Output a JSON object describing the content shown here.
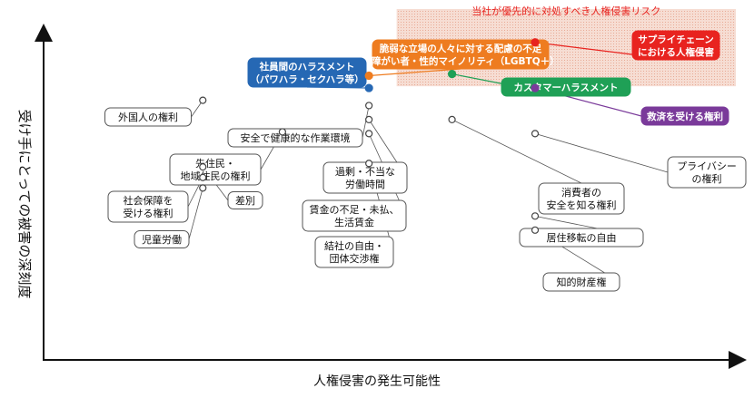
{
  "chart_data": {
    "type": "scatter",
    "title": "",
    "xlabel": "人権侵害の発生可能性",
    "ylabel": "受け手にとっての被害の深刻度",
    "priority_zone": {
      "label": "当社が優先的に対処すべき人権侵害リスク",
      "x_range": [
        0.51,
        1.0
      ],
      "y_range": [
        0.78,
        1.0
      ],
      "color": "#f2c7b8"
    },
    "points": [
      {
        "label": "外国人の権利",
        "x": 0.23,
        "y": 0.74,
        "highlight": false
      },
      {
        "label": "先住民・\n地域住民の権利",
        "x": 0.345,
        "y": 0.65,
        "highlight": false
      },
      {
        "label": "差別",
        "x": 0.23,
        "y": 0.55,
        "highlight": false
      },
      {
        "label": "社会保障を\n受ける権利",
        "x": 0.23,
        "y": 0.52,
        "highlight": false
      },
      {
        "label": "児童労働",
        "x": 0.23,
        "y": 0.49,
        "highlight": false
      },
      {
        "label": "安全で健康的な作業環境",
        "x": 0.47,
        "y": 0.725,
        "highlight": false
      },
      {
        "label": "過剰・不当な\n労働時間",
        "x": 0.47,
        "y": 0.685,
        "highlight": false
      },
      {
        "label": "賃金の不足・未払、\n生活賃金",
        "x": 0.47,
        "y": 0.645,
        "highlight": false
      },
      {
        "label": "結社の自由・\n団体交渉権",
        "x": 0.47,
        "y": 0.56,
        "highlight": false
      },
      {
        "label": "消費者の\n安全を知る権利",
        "x": 0.59,
        "y": 0.685,
        "highlight": false
      },
      {
        "label": "居住移転の自由",
        "x": 0.71,
        "y": 0.41,
        "highlight": false
      },
      {
        "label": "知的財産権",
        "x": 0.71,
        "y": 0.37,
        "highlight": false
      },
      {
        "label": "プライバシー\nの権利",
        "x": 0.71,
        "y": 0.645,
        "highlight": false
      },
      {
        "label": "脆弱な立場の人々に対する配慮の不足\n（障がい者・性的マイノリティ（LGBTQ＋）",
        "x": 0.47,
        "y": 0.81,
        "highlight": true,
        "color": "#ee7c20"
      },
      {
        "label": "社員間のハラスメント\n（パワハラ・セクハラ等）",
        "x": 0.47,
        "y": 0.775,
        "highlight": true,
        "color": "#2668b4"
      },
      {
        "label": "カスタマーハラスメント",
        "x": 0.59,
        "y": 0.815,
        "highlight": true,
        "color": "#1fa056"
      },
      {
        "label": "サプライチェーン\nにおける人権侵害",
        "x": 0.71,
        "y": 0.905,
        "highlight": true,
        "color": "#e8231f"
      },
      {
        "label": "救済を受ける権利",
        "x": 0.71,
        "y": 0.775,
        "highlight": true,
        "color": "#7a3a9a"
      }
    ]
  }
}
